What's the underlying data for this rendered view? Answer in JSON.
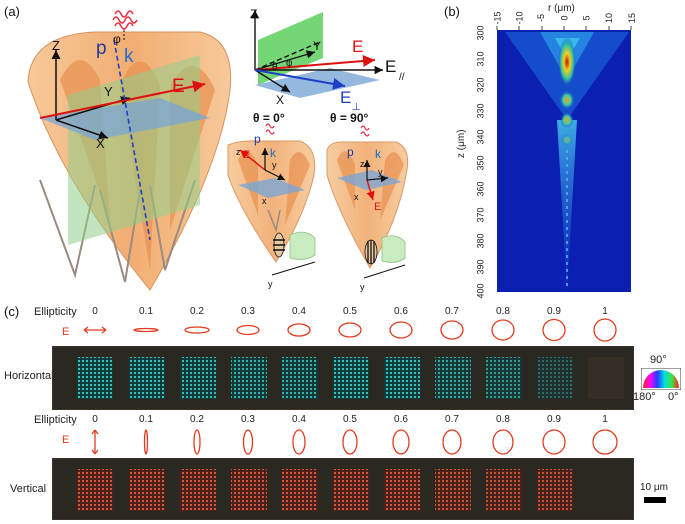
{
  "panels": {
    "a": "(a)",
    "b": "(b)",
    "c": "(c)"
  },
  "panel_a": {
    "axes": {
      "z": "Z",
      "y": "Y",
      "x": "X"
    },
    "vectors": {
      "p": "p",
      "k": "k",
      "e": "E"
    },
    "angle": "φ",
    "inset": {
      "z": "Z",
      "y": "Y",
      "x": "X",
      "e": "E",
      "e_par": "E",
      "par_sym": "//",
      "e_perp": "E",
      "perp_sym": "⊥",
      "theta": "θ",
      "phi": "φ"
    },
    "theta0": {
      "title": "θ = 0°",
      "p": "p",
      "k": "k",
      "e": "E",
      "z": "z",
      "y": "y",
      "x": "x",
      "y2": "y"
    },
    "theta90": {
      "title": "θ = 90°",
      "p": "p",
      "k": "k",
      "e": "E",
      "z": "z",
      "y": "y",
      "x": "x",
      "y2": "y"
    }
  },
  "panel_b": {
    "top_axis_label": "r (μm)",
    "top_ticks": [
      "-15",
      "-10",
      "-5",
      "0",
      "5",
      "10",
      "15"
    ],
    "left_axis_label": "z (μm)",
    "left_ticks": [
      "300",
      "310",
      "320",
      "330",
      "340",
      "350",
      "360",
      "370",
      "380",
      "390",
      "400"
    ]
  },
  "panel_c": {
    "ellipticity_label": "Ellipticity",
    "e_label": "E",
    "values": [
      "0",
      "0.1",
      "0.2",
      "0.3",
      "0.4",
      "0.5",
      "0.6",
      "0.7",
      "0.8",
      "0.9",
      "1"
    ],
    "row1_label": "Horizontal",
    "row2_label": "Vertical",
    "colorwheel": {
      "top": "90°",
      "left": "180°",
      "right": "0°"
    },
    "scalebar": "10 μm",
    "colors": {
      "horizontal": "#2fb8b0",
      "vertical": "#c8503c",
      "polarization": "#e23a1c"
    }
  }
}
